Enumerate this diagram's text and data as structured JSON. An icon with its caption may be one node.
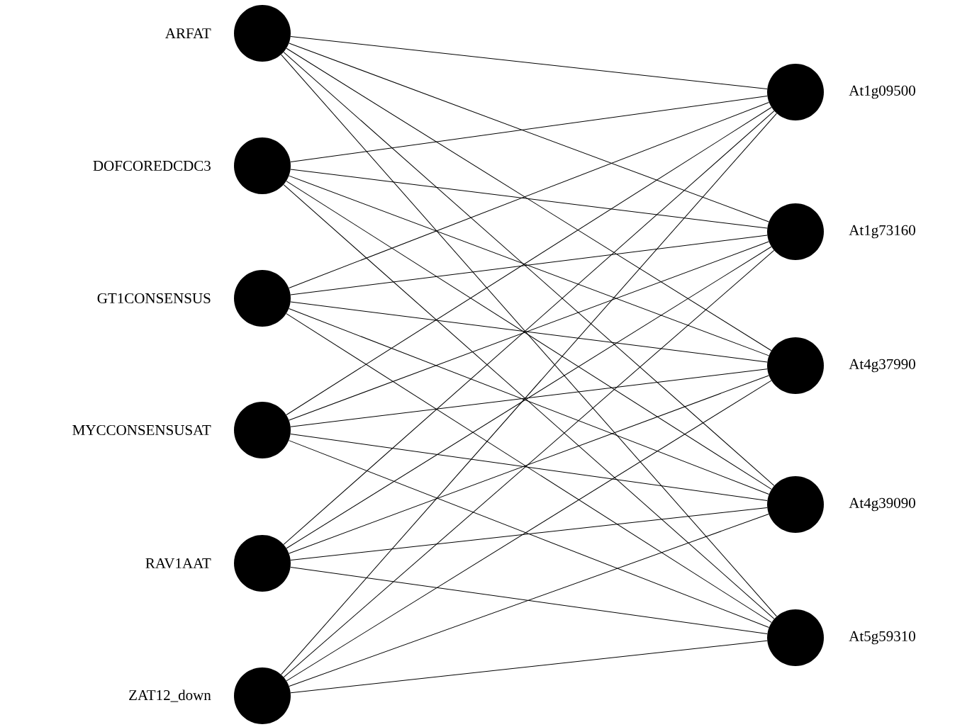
{
  "diagram": {
    "nodes": [
      {
        "text": [],
        "shape": "circle",
        "beside": [
          "ARFAT"
        ]
      },
      {
        "text": [],
        "shape": "circle",
        "beside": [
          "DOFCOREDCDC3"
        ]
      },
      {
        "text": [],
        "shape": "circle",
        "beside": [
          "GT1CONSENSUS"
        ]
      },
      {
        "text": [],
        "shape": "circle",
        "beside": [
          "MYCCONSENSUSAT"
        ]
      },
      {
        "text": [],
        "shape": "circle",
        "beside": [
          "RAV1AAT"
        ]
      },
      {
        "text": [],
        "shape": "circle",
        "beside": [
          "ZAT12_down"
        ]
      },
      {
        "text": [],
        "shape": "circle",
        "beside": [
          "At1g09500"
        ]
      },
      {
        "text": [],
        "shape": "circle",
        "beside": [
          "At1g73160"
        ]
      },
      {
        "text": [],
        "shape": "circle",
        "beside": [
          "At4g37990"
        ]
      },
      {
        "text": [],
        "shape": "circle",
        "beside": [
          "At4g39090"
        ]
      },
      {
        "text": [],
        "shape": "circle",
        "beside": [
          "At5g59310"
        ]
      }
    ],
    "edges": [
      {
        "from": 0,
        "to": 6,
        "arrow": "none"
      },
      {
        "from": 0,
        "to": 7,
        "arrow": "none"
      },
      {
        "from": 0,
        "to": 8,
        "arrow": "none"
      },
      {
        "from": 0,
        "to": 9,
        "arrow": "none"
      },
      {
        "from": 0,
        "to": 10,
        "arrow": "none"
      },
      {
        "from": 1,
        "to": 6,
        "arrow": "none"
      },
      {
        "from": 1,
        "to": 7,
        "arrow": "none"
      },
      {
        "from": 1,
        "to": 8,
        "arrow": "none"
      },
      {
        "from": 1,
        "to": 9,
        "arrow": "none"
      },
      {
        "from": 1,
        "to": 10,
        "arrow": "none"
      },
      {
        "from": 2,
        "to": 6,
        "arrow": "none"
      },
      {
        "from": 2,
        "to": 7,
        "arrow": "none"
      },
      {
        "from": 2,
        "to": 8,
        "arrow": "none"
      },
      {
        "from": 2,
        "to": 9,
        "arrow": "none"
      },
      {
        "from": 2,
        "to": 10,
        "arrow": "none"
      },
      {
        "from": 3,
        "to": 6,
        "arrow": "none"
      },
      {
        "from": 3,
        "to": 7,
        "arrow": "none"
      },
      {
        "from": 3,
        "to": 8,
        "arrow": "none"
      },
      {
        "from": 3,
        "to": 9,
        "arrow": "none"
      },
      {
        "from": 3,
        "to": 10,
        "arrow": "none"
      },
      {
        "from": 4,
        "to": 6,
        "arrow": "none"
      },
      {
        "from": 4,
        "to": 7,
        "arrow": "none"
      },
      {
        "from": 4,
        "to": 8,
        "arrow": "none"
      },
      {
        "from": 4,
        "to": 9,
        "arrow": "none"
      },
      {
        "from": 4,
        "to": 10,
        "arrow": "none"
      },
      {
        "from": 5,
        "to": 6,
        "arrow": "none"
      },
      {
        "from": 5,
        "to": 7,
        "arrow": "none"
      },
      {
        "from": 5,
        "to": 8,
        "arrow": "none"
      },
      {
        "from": 5,
        "to": 9,
        "arrow": "none"
      },
      {
        "from": 5,
        "to": 10,
        "arrow": "none"
      }
    ]
  }
}
